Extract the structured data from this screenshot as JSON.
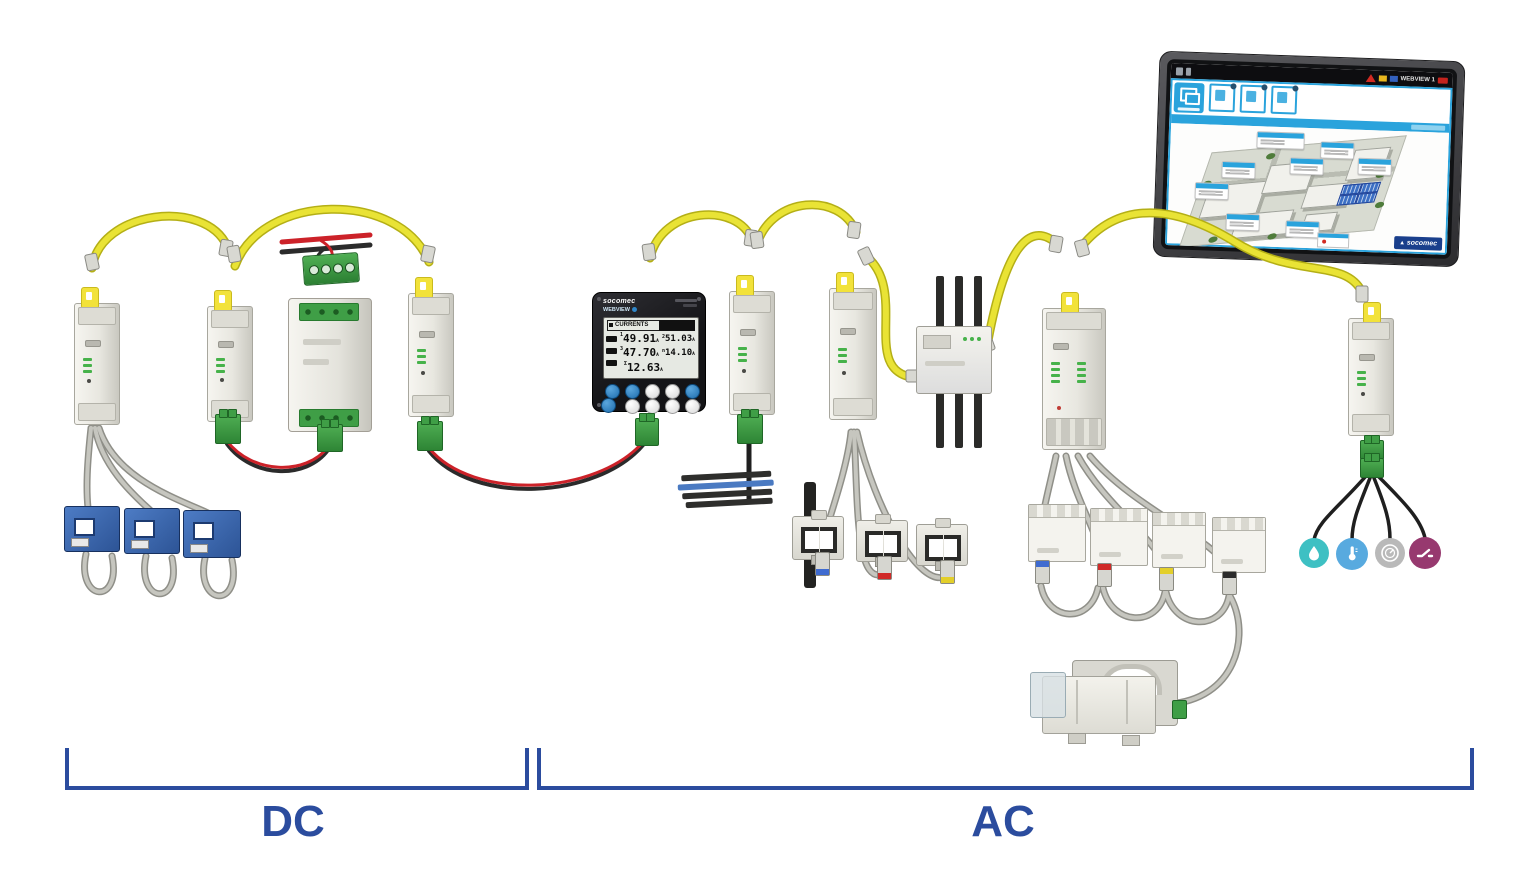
{
  "sections": {
    "dc_label": "DC",
    "ac_label": "AC"
  },
  "display_meter": {
    "brand": "socomec",
    "webview_logo": "WEBVIEW",
    "screen_title": "CURRENTS",
    "readings": [
      {
        "index": "1",
        "value": "49.91",
        "unit": "A"
      },
      {
        "index": "2",
        "value": "51.03",
        "unit": "A"
      },
      {
        "index": "3",
        "value": "47.70",
        "unit": "A"
      },
      {
        "index": "n",
        "value": "14.10",
        "unit": "A"
      },
      {
        "index": "Σ",
        "value": "12.63",
        "unit": "A"
      }
    ]
  },
  "monitor": {
    "status_title": "WEBVIEW 1",
    "brand": "socomec"
  },
  "io_sensors": [
    {
      "name": "water-meter",
      "icon": "water-drop-icon",
      "color": "#3ec0c3"
    },
    {
      "name": "temperature-sensor",
      "icon": "thermometer-icon",
      "color": "#58aadf"
    },
    {
      "name": "pressure-gauge",
      "icon": "gauge-icon",
      "color": "#b9b9b9"
    },
    {
      "name": "contact-switch",
      "icon": "switch-icon",
      "color": "#97396f"
    }
  ],
  "colors": {
    "bracket_blue": "#2b4c9e",
    "bus_cable_yellow": "#e9e335",
    "wire_red": "#cc2229",
    "wire_black": "#2b2b2b",
    "dc_sensor_blue": "#3e6db5",
    "connector_green": "#3aa13f",
    "webview_blue": "#2aa3dc"
  }
}
